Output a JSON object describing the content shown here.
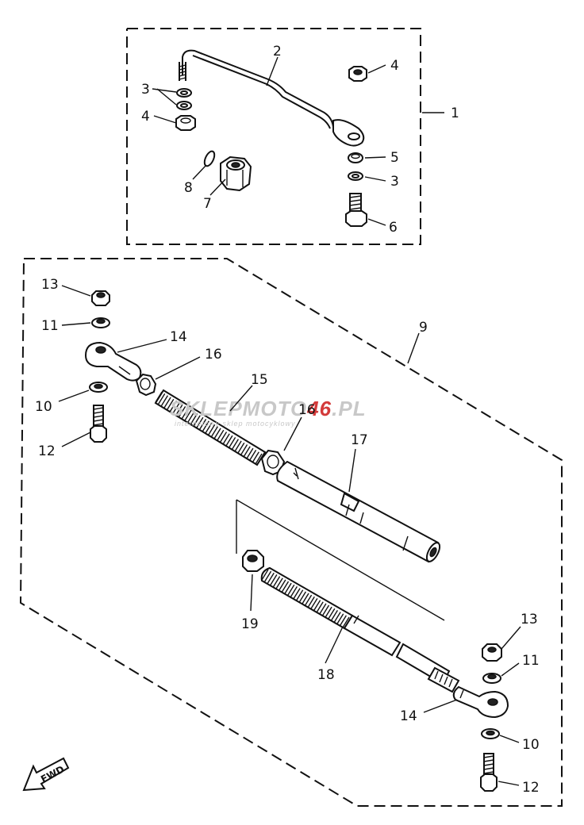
{
  "diagram": {
    "callouts": {
      "c1": "1",
      "c2": "2",
      "c3a": "3",
      "c3b": "3",
      "c4a": "4",
      "c4b": "4",
      "c5": "5",
      "c6": "6",
      "c7": "7",
      "c8": "8",
      "c9": "9",
      "c10a": "10",
      "c10b": "10",
      "c11a": "11",
      "c11b": "11",
      "c12a": "12",
      "c12b": "12",
      "c13a": "13",
      "c13b": "13",
      "c14a": "14",
      "c14b": "14",
      "c15": "15",
      "c16a": "16",
      "c16b": "16",
      "c17": "17",
      "c18": "18",
      "c19": "19"
    },
    "fwd_label": "FWD",
    "watermark": {
      "brand_a": "SKLEPMOTO",
      "brand_b": "46",
      "brand_c": ".PL",
      "tagline": "internetowy sklep motocyklowy",
      "color_gray": "#c8c8c8",
      "color_red": "#d33a3a"
    }
  }
}
